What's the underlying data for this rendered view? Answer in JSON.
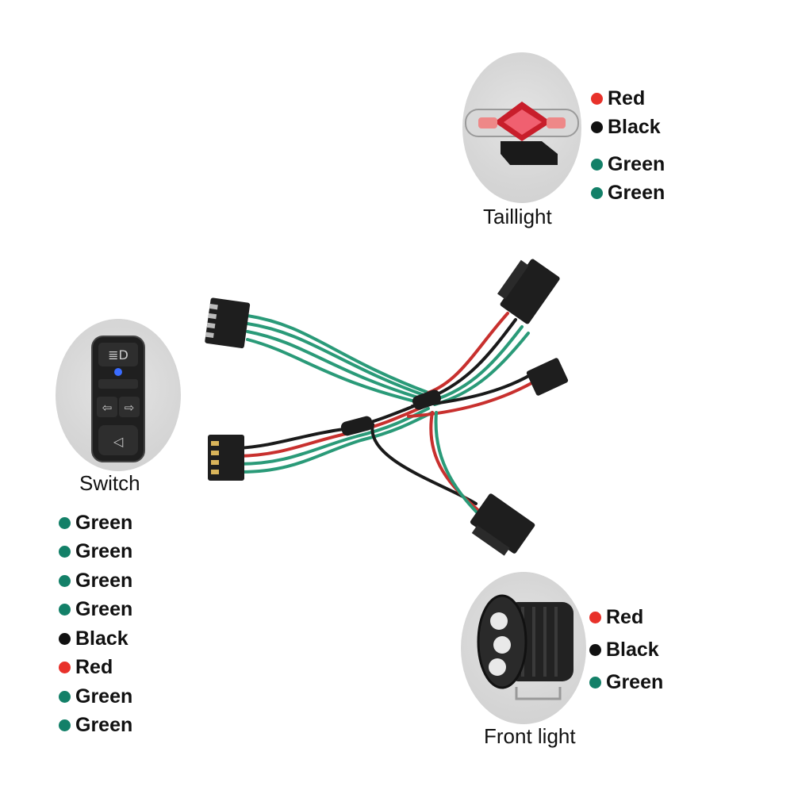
{
  "colors": {
    "red": "#e8312a",
    "black": "#111111",
    "green": "#138068",
    "wire_green": "#2a9a78",
    "wire_red": "#c8302e",
    "wire_black": "#1a1a1a"
  },
  "taillight": {
    "caption": "Taillight",
    "icon": "taillight-icon",
    "wires": [
      {
        "label": "Red",
        "color": "red"
      },
      {
        "label": "Black",
        "color": "black"
      },
      {
        "label": "Green",
        "color": "green"
      },
      {
        "label": "Green",
        "color": "green"
      }
    ]
  },
  "switch": {
    "caption": "Switch",
    "icon": "handlebar-switch-icon",
    "wires": [
      {
        "label": "Green",
        "color": "green"
      },
      {
        "label": "Green",
        "color": "green"
      },
      {
        "label": "Green",
        "color": "green"
      },
      {
        "label": "Green",
        "color": "green"
      },
      {
        "label": "Black",
        "color": "black"
      },
      {
        "label": "Red",
        "color": "red"
      },
      {
        "label": "Green",
        "color": "green"
      },
      {
        "label": "Green",
        "color": "green"
      }
    ]
  },
  "front_light": {
    "caption": "Front light",
    "icon": "headlight-icon",
    "wires": [
      {
        "label": "Red",
        "color": "red"
      },
      {
        "label": "Black",
        "color": "black"
      },
      {
        "label": "Green",
        "color": "green"
      }
    ]
  }
}
